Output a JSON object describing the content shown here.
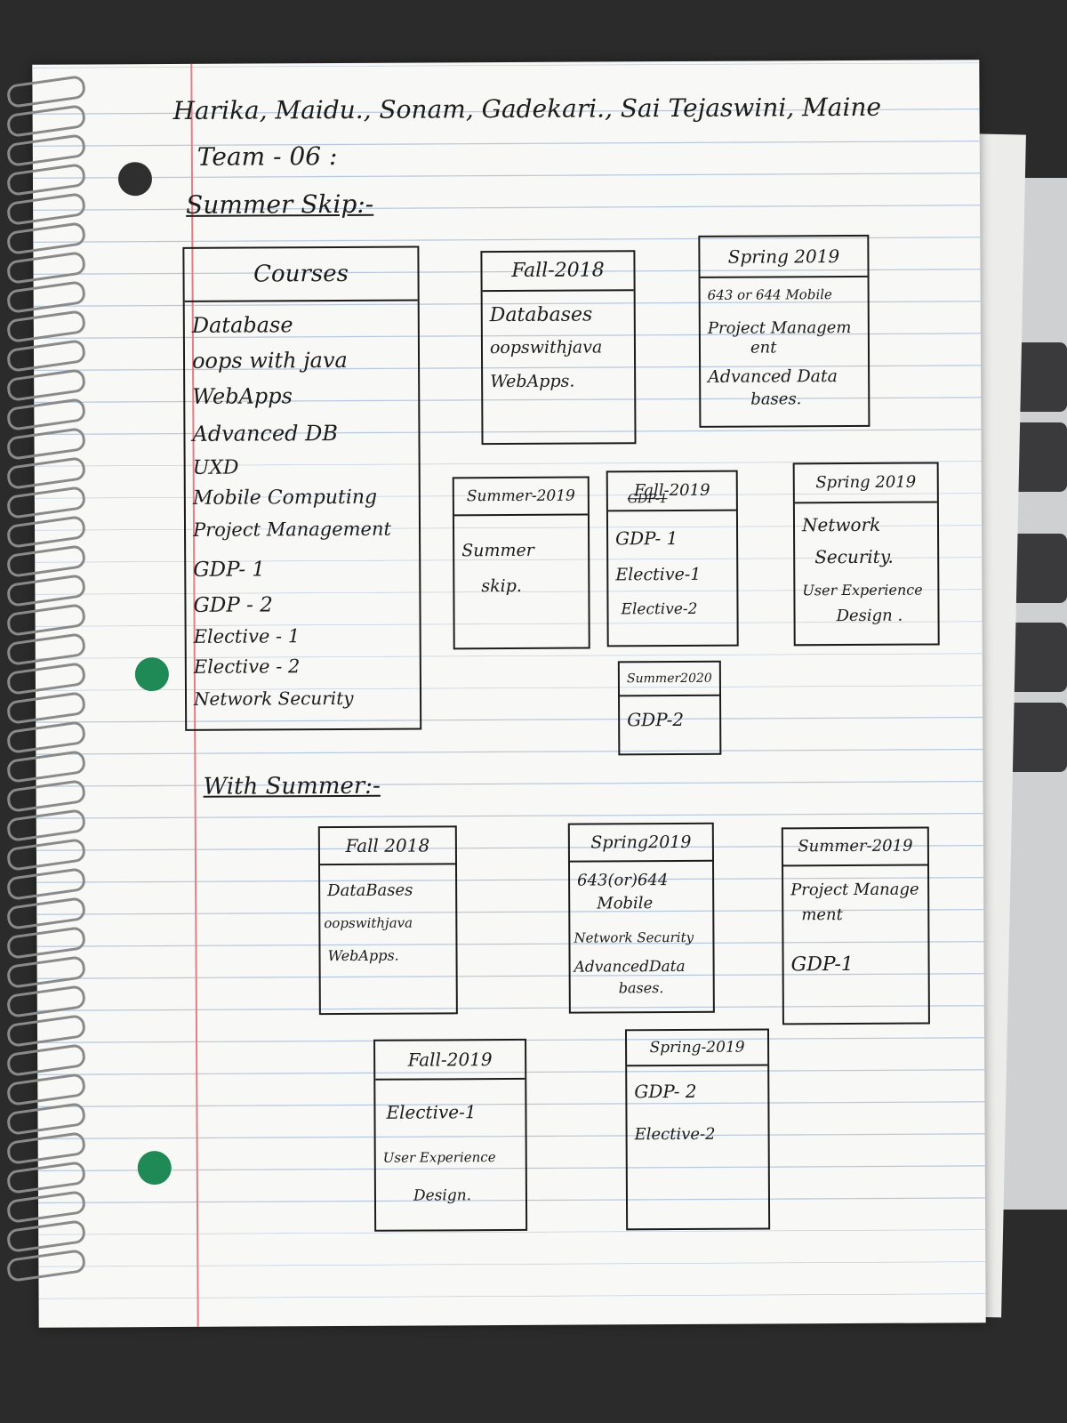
{
  "page": {
    "authors": "Harika, Maidu., Sonam, Gadekari., Sai Tejaswini, Maine",
    "team": "Team - 06 :",
    "section_summer_skip": "Summer Skip:-",
    "section_with_summer": "With Summer:-"
  },
  "courses_box": {
    "header": "Courses",
    "items": [
      "Database",
      "oops with java",
      "WebApps",
      "Advanced DB",
      "UXD",
      "Mobile Computing",
      "Project Management",
      "GDP- 1",
      "GDP - 2",
      "Elective - 1",
      "Elective - 2",
      "Network Security"
    ]
  },
  "summer_skip": {
    "fall_2018": {
      "header": "Fall-2018",
      "items": [
        "Databases",
        "oopswithjava",
        "WebApps."
      ]
    },
    "spring_2019": {
      "header": "Spring 2019",
      "items": [
        "643 or 644 Mobile",
        "Project Managem",
        "ent",
        "Advanced Data",
        "bases."
      ]
    },
    "summer_2019": {
      "header": "Summer-2019",
      "items": [
        "Summer",
        "skip."
      ]
    },
    "fall_2019": {
      "header": "Fall-2019",
      "crossed": "GDP-1",
      "items": [
        "GDP- 1",
        "Elective-1",
        "Elective-2"
      ]
    },
    "spring_2019b": {
      "header": "Spring 2019",
      "items": [
        "Network",
        "Security.",
        "User Experience",
        "Design ."
      ]
    },
    "summer_2020": {
      "header": "Summer2020",
      "items": [
        "GDP-2"
      ]
    }
  },
  "with_summer": {
    "fall_2018": {
      "header": "Fall 2018",
      "items": [
        "DataBases",
        "oopswithjava",
        "WebApps."
      ]
    },
    "spring_2019": {
      "header": "Spring2019",
      "items": [
        "643(or)644",
        "Mobile",
        "Network Security",
        "AdvancedData",
        "bases."
      ]
    },
    "summer_2019": {
      "header": "Summer-2019",
      "items": [
        "Project Manage",
        "ment",
        "GDP-1"
      ]
    },
    "fall_2019": {
      "header": "Fall-2019",
      "items": [
        "Elective-1",
        "User Experience",
        "Design."
      ]
    },
    "spring_2019b": {
      "header": "Spring-2019",
      "items": [
        "GDP- 2",
        "Elective-2"
      ]
    }
  }
}
